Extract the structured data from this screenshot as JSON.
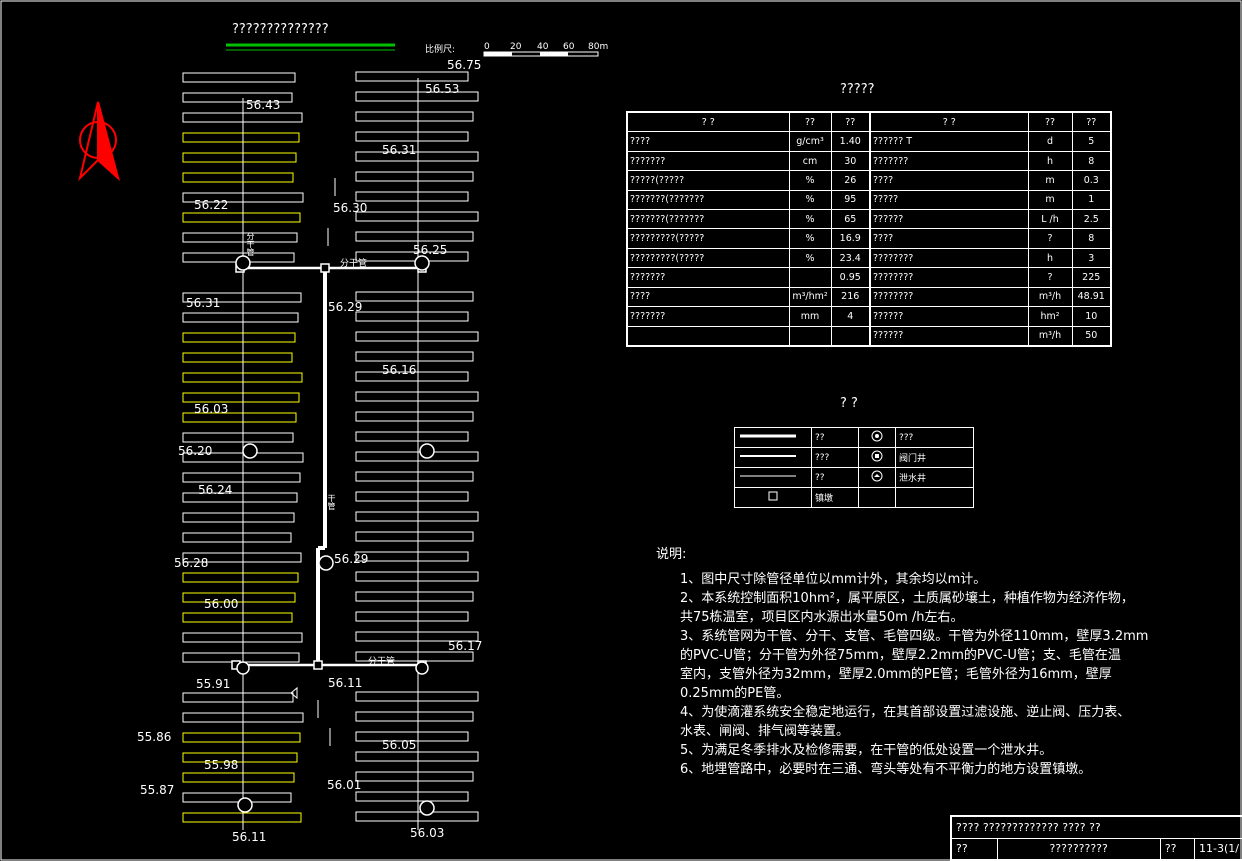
{
  "drawing": {
    "title": "??????????????",
    "scale_label": "比例尺:",
    "scale_ticks": [
      "0",
      "20",
      "40",
      "60",
      "80m"
    ]
  },
  "elevations": [
    "56.75",
    "56.53",
    "56.43",
    "56.31",
    "56.30",
    "56.22",
    "56.25",
    "56.31",
    "56.29",
    "56.16",
    "56.03",
    "56.20",
    "56.24",
    "56.29",
    "56.28",
    "56.00",
    "56.17",
    "55.91",
    "56.11",
    "55.86",
    "56.05",
    "55.98",
    "56.01",
    "55.87",
    "56.11",
    "56.03"
  ],
  "pipe_labels": {
    "branch_main_top": "分干管",
    "branch_main_bottom": "分干管",
    "branch_vertical": "分干管",
    "main_vertical": "干管"
  },
  "params_table": {
    "title": "?????",
    "header": [
      "?   ?",
      "??",
      "??",
      "?   ?",
      "??",
      "??"
    ],
    "rows": [
      [
        "????",
        "g/cm³",
        "1.40",
        "??????     T",
        "d",
        "5"
      ],
      [
        "???????",
        "cm",
        "30",
        "???????",
        "h",
        "8"
      ],
      [
        "?????(?????",
        "%",
        "26",
        "????",
        "m",
        "0.3"
      ],
      [
        "???????(???????",
        "%",
        "95",
        "?????",
        "m",
        "1"
      ],
      [
        "???????(???????",
        "%",
        "65",
        "??????",
        "L  /h",
        "2.5"
      ],
      [
        "?????????(?????",
        "%",
        "16.9",
        "????",
        "?",
        "8"
      ],
      [
        "?????????(?????",
        "%",
        "23.4",
        "????????",
        "h",
        "3"
      ],
      [
        "???????",
        "",
        "0.95",
        "????????",
        "?",
        "225"
      ],
      [
        "????",
        "m³/hm²",
        "216",
        "????????",
        "m³/h",
        "48.91"
      ],
      [
        "???????",
        "mm",
        "4",
        "??????",
        "hm²",
        "10"
      ],
      [
        "",
        "",
        "",
        "??????",
        "m³/h",
        "50"
      ]
    ]
  },
  "legend": {
    "title": "? ?",
    "items": [
      {
        "symbol": "thick-line",
        "label": "??"
      },
      {
        "symbol": "medium-line",
        "label": "???"
      },
      {
        "symbol": "thin-line",
        "label": "??"
      },
      {
        "symbol": "square",
        "label": "镇墩"
      },
      {
        "symbol": "circle-a",
        "label": "???"
      },
      {
        "symbol": "circle-b",
        "label": "阀门井"
      },
      {
        "symbol": "circle-c",
        "label": "泄水井"
      }
    ]
  },
  "notes": {
    "heading": "说明:",
    "lines": [
      "1、图中尺寸除管径单位以mm计外，其余均以m计。",
      "2、本系统控制面积10hm²，属平原区，土质属砂壤土，种植作物为经济作物，",
      "共75栋温室，项目区内水源出水量50m  /h左右。",
      "3、系统管网为干管、分干、支管、毛管四级。干管为外径110mm，壁厚3.2mm",
      "的PVC-U管；分干管为外径75mm，壁厚2.2mm的PVC-U管；支、毛管在温",
      "室内，支管外径为32mm，壁厚2.0mm的PE管；毛管外径为16mm，壁厚",
      "0.25mm的PE管。",
      "4、为使滴灌系统安全稳定地运行，在其首部设置过滤设施、逆止阀、压力表、",
      "水表、闸阀、排气阀等装置。",
      "5、为满足冬季排水及检修需要，在干管的低处设置一个泄水井。",
      "6、地埋管路中，必要时在三通、弯头等处有不平衡力的地方设置镇墩。"
    ]
  },
  "title_block": {
    "row1": "????   ?????????????   ????  ??",
    "row2_left": "??",
    "row2_mid": "??????????",
    "row2_right_label": "??",
    "row2_right_value": "11-3(1/"
  },
  "colors": {
    "background": "#000000",
    "lines": "#ffffff",
    "yellow_greenhouse": "#ffff00",
    "north_arrow": "#ff0000",
    "title_underline": "#00c000"
  }
}
